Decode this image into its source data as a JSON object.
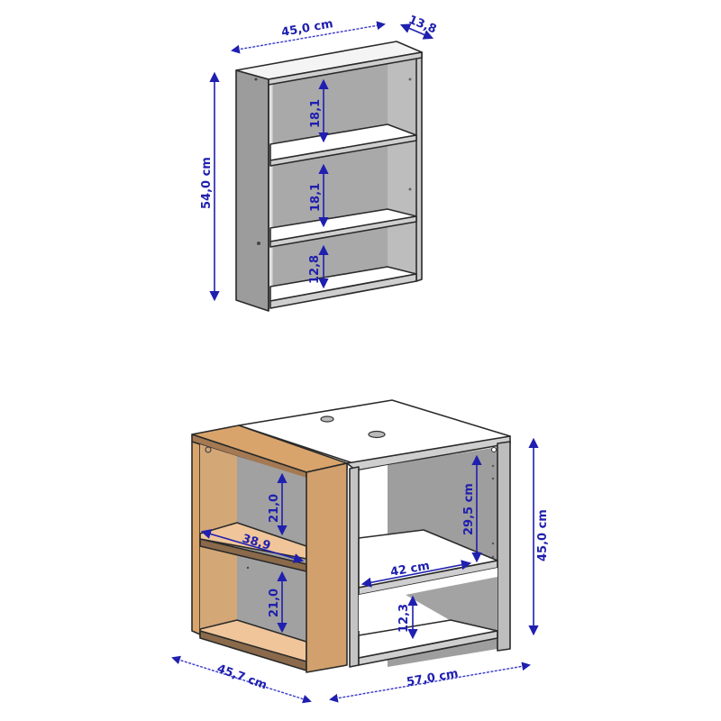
{
  "colors": {
    "dimension": "#1f1fb0",
    "panel_grey": "#9a9a9a",
    "back_grey": "#a8a8a8",
    "shelf_white": "#ffffff",
    "wood": "#d9a46b",
    "wood_dark": "#8a6a4a"
  },
  "wall_shelf": {
    "width": "45,0 cm",
    "depth": "13,8",
    "height": "54,0 cm",
    "compartments": [
      "18,1",
      "18,1",
      "12,8"
    ]
  },
  "base_unit": {
    "side_shelf": {
      "upper_compartment": "21,0",
      "shelf_width": "38,9",
      "lower_compartment": "21,0",
      "depth": "45,7 cm"
    },
    "main_cabinet": {
      "upper_opening": "29,5 cm",
      "shelf_width": "42 cm",
      "lower_opening": "12,3",
      "height": "45,0 cm",
      "width": "57,0 cm"
    }
  }
}
